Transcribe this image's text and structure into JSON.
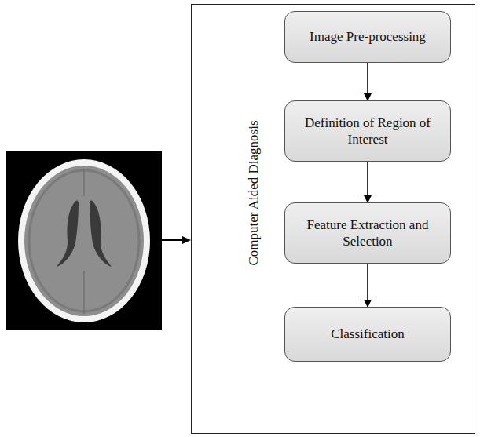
{
  "diagram": {
    "nodes": [
      {
        "text": [
          "Computer Aided Diagnosis"
        ]
      },
      {
        "text": [
          "Image Pre-processing"
        ],
        "in": 0
      },
      {
        "text": [
          "Definition of Region of Interest"
        ],
        "in": 0
      },
      {
        "text": [
          "Feature Extraction and Selection"
        ],
        "in": 0
      },
      {
        "text": [
          "Classification"
        ],
        "in": 0
      }
    ],
    "edges": [
      {
        "from": 1,
        "to": 2,
        "arrow": "to"
      },
      {
        "from": 2,
        "to": 3,
        "arrow": "to"
      },
      {
        "from": 3,
        "to": 4,
        "arrow": "to"
      }
    ]
  }
}
